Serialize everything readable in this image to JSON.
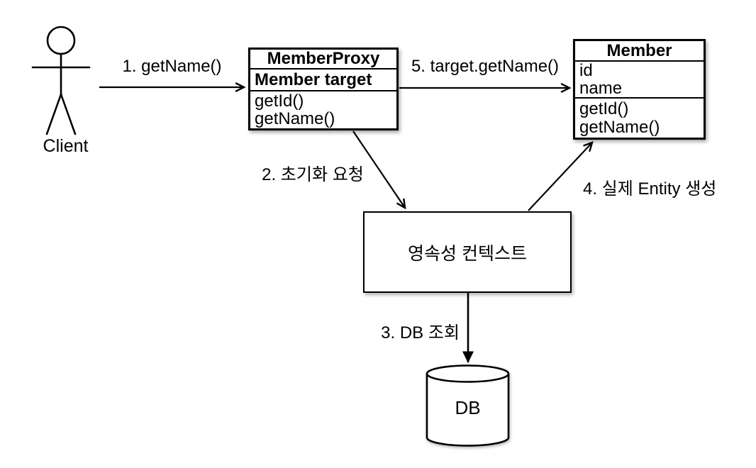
{
  "diagram": {
    "actor": {
      "label": "Client"
    },
    "classes": {
      "member_proxy": {
        "title": "MemberProxy",
        "attributes": [
          "Member target"
        ],
        "methods": [
          "getId()",
          "getName()"
        ]
      },
      "member": {
        "title": "Member",
        "attributes": [
          "id",
          "name"
        ],
        "methods": [
          "getId()",
          "getName()"
        ]
      }
    },
    "persistence_context": {
      "label": "영속성 컨텍스트"
    },
    "database": {
      "label": "DB"
    },
    "arrows": {
      "a1": {
        "label": "1. getName()"
      },
      "a2": {
        "label": "2. 초기화 요청"
      },
      "a3": {
        "label": "3. DB 조회"
      },
      "a4": {
        "label": "4. 실제 Entity 생성"
      },
      "a5": {
        "label": "5. target.getName()"
      }
    },
    "colors": {
      "line": "#000000",
      "background": "#ffffff"
    }
  }
}
